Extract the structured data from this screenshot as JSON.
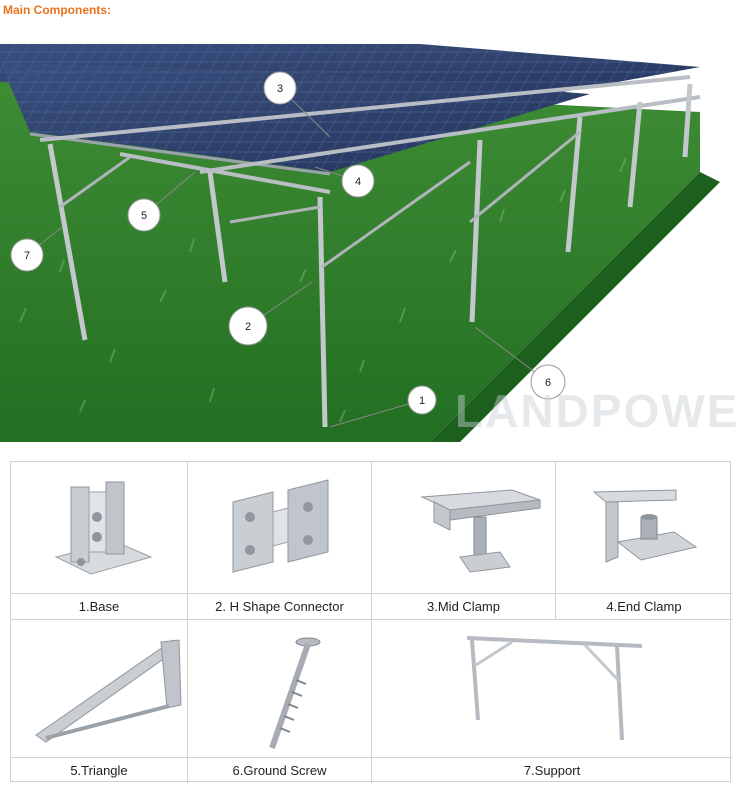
{
  "heading": "Main Components:",
  "callouts": [
    "1",
    "2",
    "3",
    "4",
    "5",
    "6",
    "7"
  ],
  "watermark": "LANDPOWER",
  "components": [
    {
      "label": "1.Base"
    },
    {
      "label": "2. H Shape Connector"
    },
    {
      "label": "3.Mid Clamp"
    },
    {
      "label": "4.End Clamp"
    },
    {
      "label": "5.Triangle"
    },
    {
      "label": "6.Ground Screw"
    },
    {
      "label": "7.Support"
    }
  ],
  "colors": {
    "heading": "#e8731e",
    "grass": "#2f7a2a",
    "panel": "#2b3f6b",
    "metal": "#b8bec4"
  }
}
